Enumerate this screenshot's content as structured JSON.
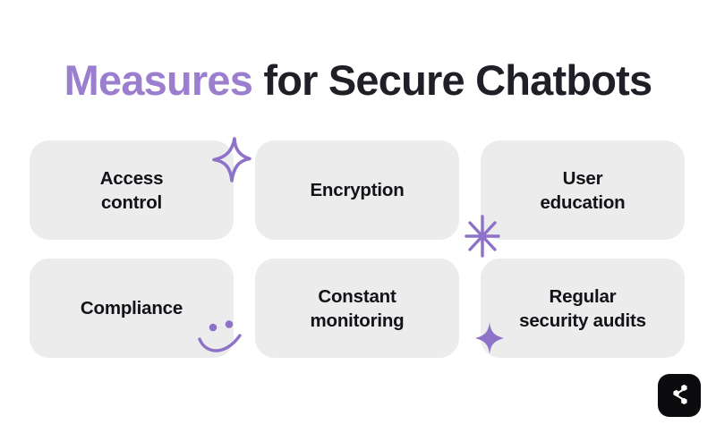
{
  "page": {
    "background_color": "#FFFFFF",
    "accent_color": "#9B7FCE",
    "card_color": "#ECECEC",
    "text_color": "#121218"
  },
  "title": {
    "accent_text": "Measures",
    "rest_text": " for Secure Chatbots",
    "full_text": "Measures for Secure Chatbots"
  },
  "cards": [
    {
      "label": "Access\ncontrol",
      "name": "card-access-control"
    },
    {
      "label": "Encryption",
      "name": "card-encryption"
    },
    {
      "label": "User\neducation",
      "name": "card-user-education"
    },
    {
      "label": "Compliance",
      "name": "card-compliance"
    },
    {
      "label": "Constant\nmonitoring",
      "name": "card-constant-monitoring"
    },
    {
      "label": "Regular\nsecurity audits",
      "name": "card-regular-security-audits"
    }
  ],
  "decorations": [
    {
      "icon": "sparkle-outline-icon",
      "color": "#8E72C8"
    },
    {
      "icon": "asterisk-burst-icon",
      "color": "#8E72C8"
    },
    {
      "icon": "smiley-face-icon",
      "color": "#8E72C8"
    },
    {
      "icon": "sparkle-filled-icon",
      "color": "#8E72C8"
    }
  ],
  "share_button": {
    "icon": "share-nodes-icon",
    "label": "Share",
    "background_color": "#0B0B0D",
    "icon_color": "#FFFFFF"
  }
}
